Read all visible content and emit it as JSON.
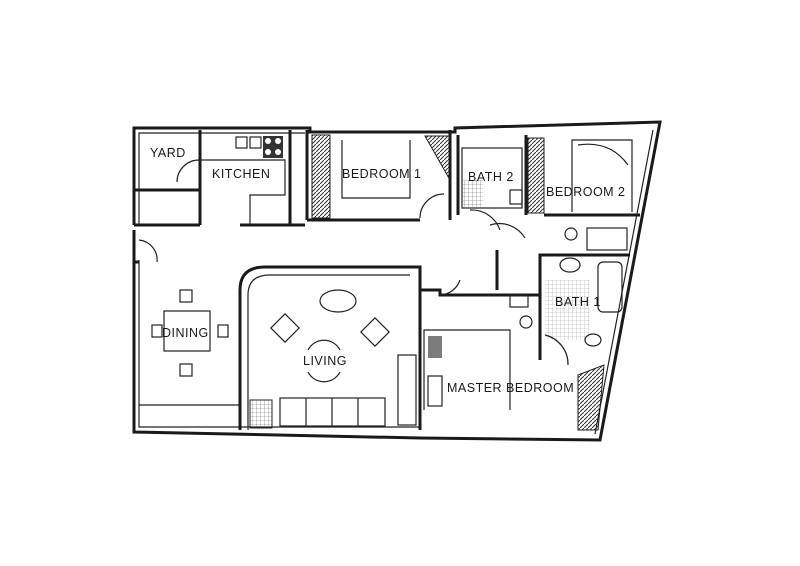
{
  "rooms": {
    "yard": "YARD",
    "kitchen": "KITCHEN",
    "bedroom1": "BEDROOM 1",
    "bath2": "BATH 2",
    "bedroom2": "BEDROOM 2",
    "bath1": "BATH 1",
    "dining": "DINING",
    "living": "LIVING",
    "master_bedroom": "MASTER BEDROOM"
  }
}
